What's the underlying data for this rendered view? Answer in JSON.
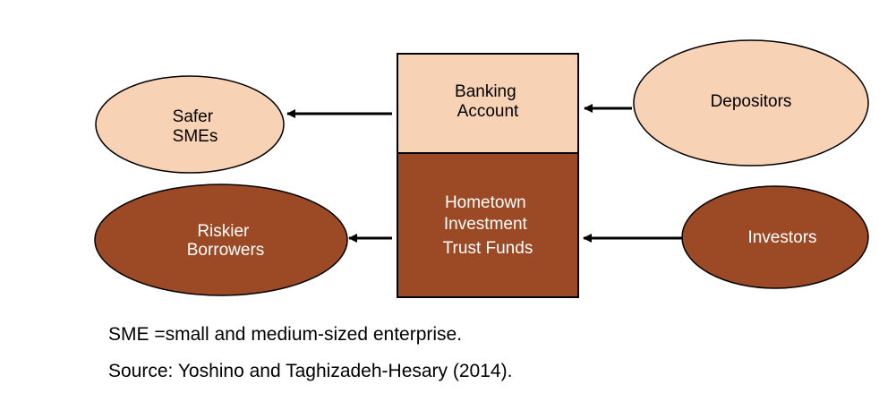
{
  "colors": {
    "light_fill": "#F8D2B5",
    "dark_fill": "#9B4A25",
    "stroke": "#000000",
    "dark_text": "#ffffff",
    "light_text": "#000000"
  },
  "nodes": {
    "safer_smes": [
      "Safer",
      "SMEs"
    ],
    "banking_account": [
      "Banking",
      "Account"
    ],
    "depositors": [
      "Depositors"
    ],
    "riskier_borrowers": [
      "Riskier",
      "Borrowers"
    ],
    "hometown_funds": [
      "Hometown",
      "Investment",
      "Trust Funds"
    ],
    "investors": [
      "Investors"
    ]
  },
  "notes": {
    "sme": "SME =small and medium-sized enterprise.",
    "source": "Source: Yoshino and Taghizadeh-Hesary (2014)."
  }
}
